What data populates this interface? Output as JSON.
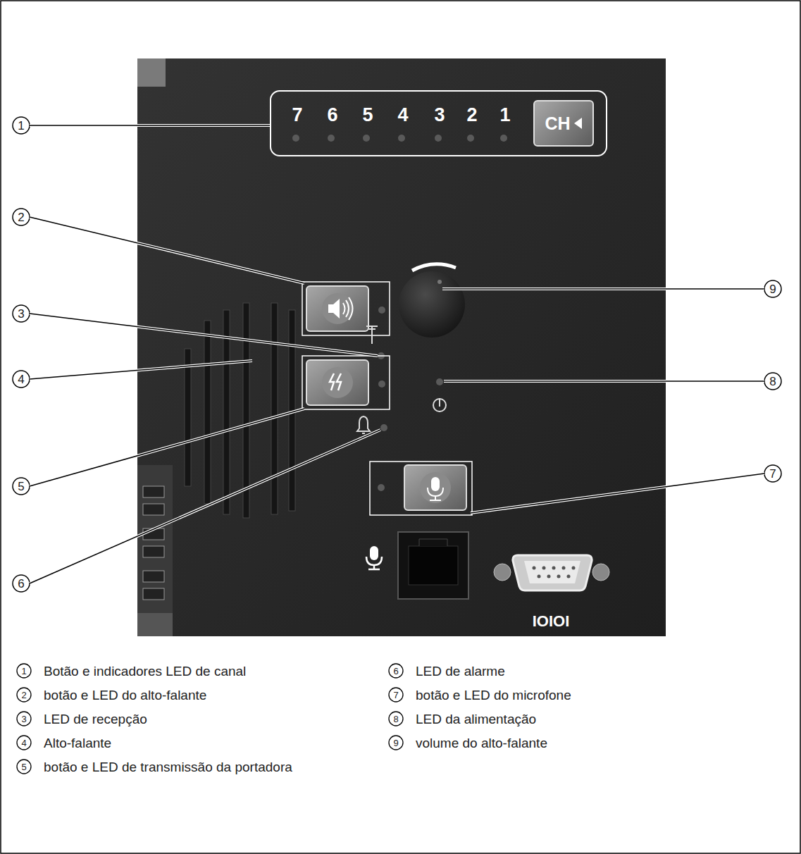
{
  "diagram": {
    "nodes": [
      {
        "text": [
          "7",
          "6",
          "5",
          "4",
          "3",
          "2",
          "1"
        ]
      },
      {
        "text": [
          "CH"
        ],
        "in": 0
      }
    ],
    "labels": [
      "1",
      "2",
      "3",
      "4",
      "5",
      "6",
      "9",
      "8",
      "7",
      "IOIOI",
      "1",
      "Botão e indicadores LED de canal",
      "2",
      "botão e LED do alto-falante",
      "3",
      "LED de recepção",
      "4",
      "Alto-falante",
      "5",
      "botão e LED de transmissão da portadora",
      "6",
      "LED de alarme",
      "7",
      "botão e LED do microfone",
      "8",
      "LED da alimentação",
      "9",
      "volume do alto-falante"
    ]
  }
}
